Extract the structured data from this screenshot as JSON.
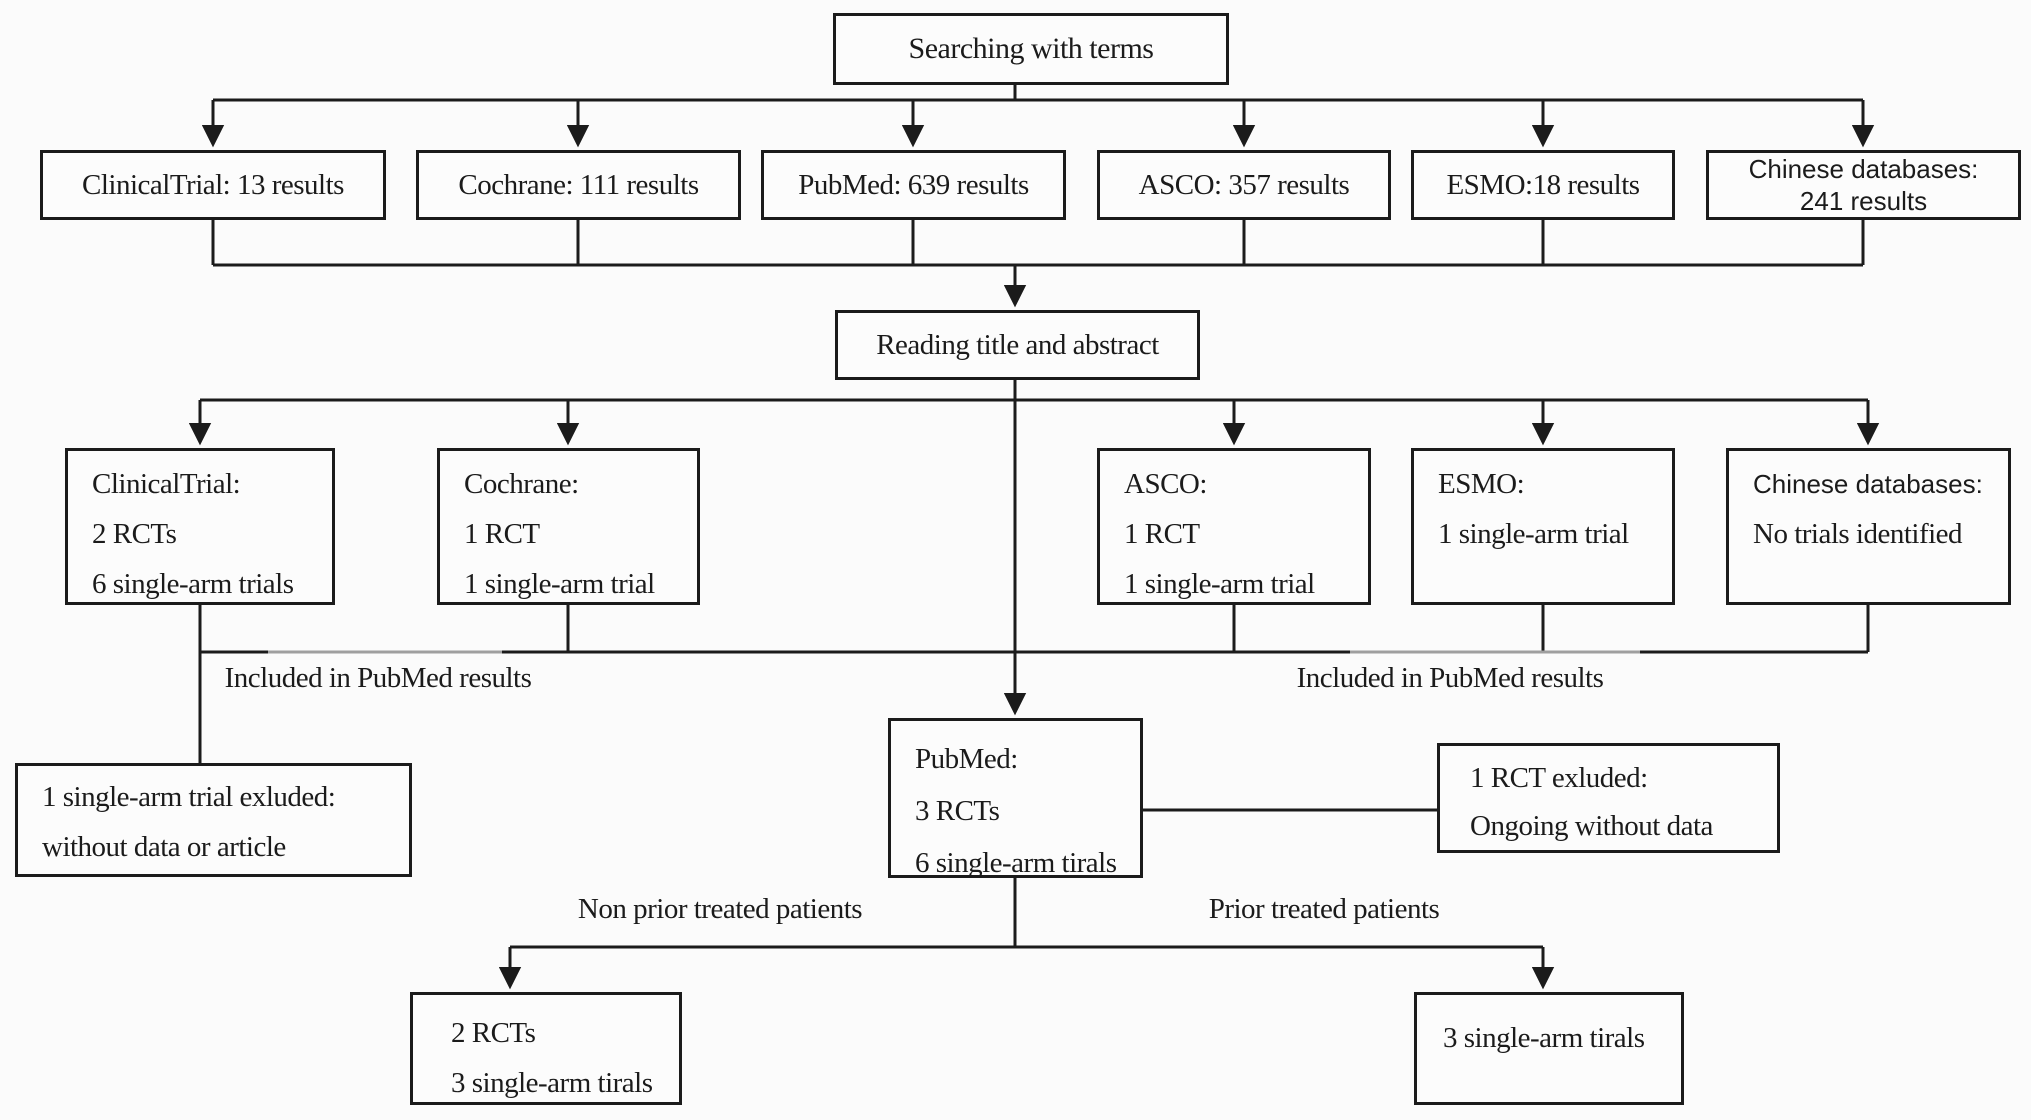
{
  "flowchart": {
    "search_step": "Searching with terms",
    "results": {
      "clinicaltrial": "ClinicalTrial: 13 results",
      "cochrane": "Cochrane: 111 results",
      "pubmed": "PubMed: 639 results",
      "asco": "ASCO: 357 results",
      "esmo": "ESMO:18 results",
      "chinese": [
        "Chinese databases:",
        "241 results"
      ]
    },
    "screening_step": "Reading title and abstract",
    "screened": {
      "clinicaltrial": [
        "ClinicalTrial:",
        "2 RCTs",
        "6 single-arm trials"
      ],
      "cochrane": [
        "Cochrane:",
        "1 RCT",
        "1 single-arm trial"
      ],
      "asco": [
        "ASCO:",
        "1 RCT",
        "1 single-arm trial"
      ],
      "esmo": [
        "ESMO:",
        "1 single-arm trial"
      ],
      "chinese": [
        "Chinese databases:",
        "No trials identified"
      ]
    },
    "annotations": {
      "included_left": "Included in PubMed results",
      "included_right": "Included in PubMed results",
      "non_prior": "Non prior treated patients",
      "prior": "Prior treated patients"
    },
    "pubmed_pool": [
      "PubMed:",
      "3 RCTs",
      "6 single-arm tirals"
    ],
    "excluded_single_arm": [
      "1 single-arm trial exluded:",
      "without data or article"
    ],
    "excluded_rct": [
      "1 RCT exluded:",
      "Ongoing without data"
    ],
    "final_non_prior": [
      "2 RCTs",
      "3 single-arm tirals"
    ],
    "final_prior": [
      "3 single-arm tirals"
    ]
  },
  "colors": {
    "ink": "#1b1b1b",
    "background": "#fbfbfb",
    "box_fill": "#fcfcfc"
  }
}
